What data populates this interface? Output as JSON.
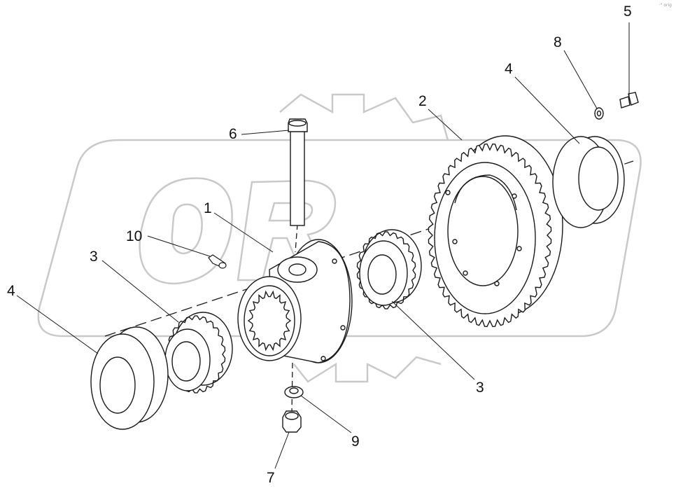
{
  "diagram": {
    "colors": {
      "line": "#1a1a1a",
      "watermark": "#c9c9c9",
      "fill": "#ffffff"
    },
    "callouts": [
      "1",
      "2",
      "3",
      "3",
      "4",
      "4",
      "5",
      "6",
      "7",
      "8",
      "9",
      "10"
    ],
    "corner_mark": "·° orig"
  }
}
